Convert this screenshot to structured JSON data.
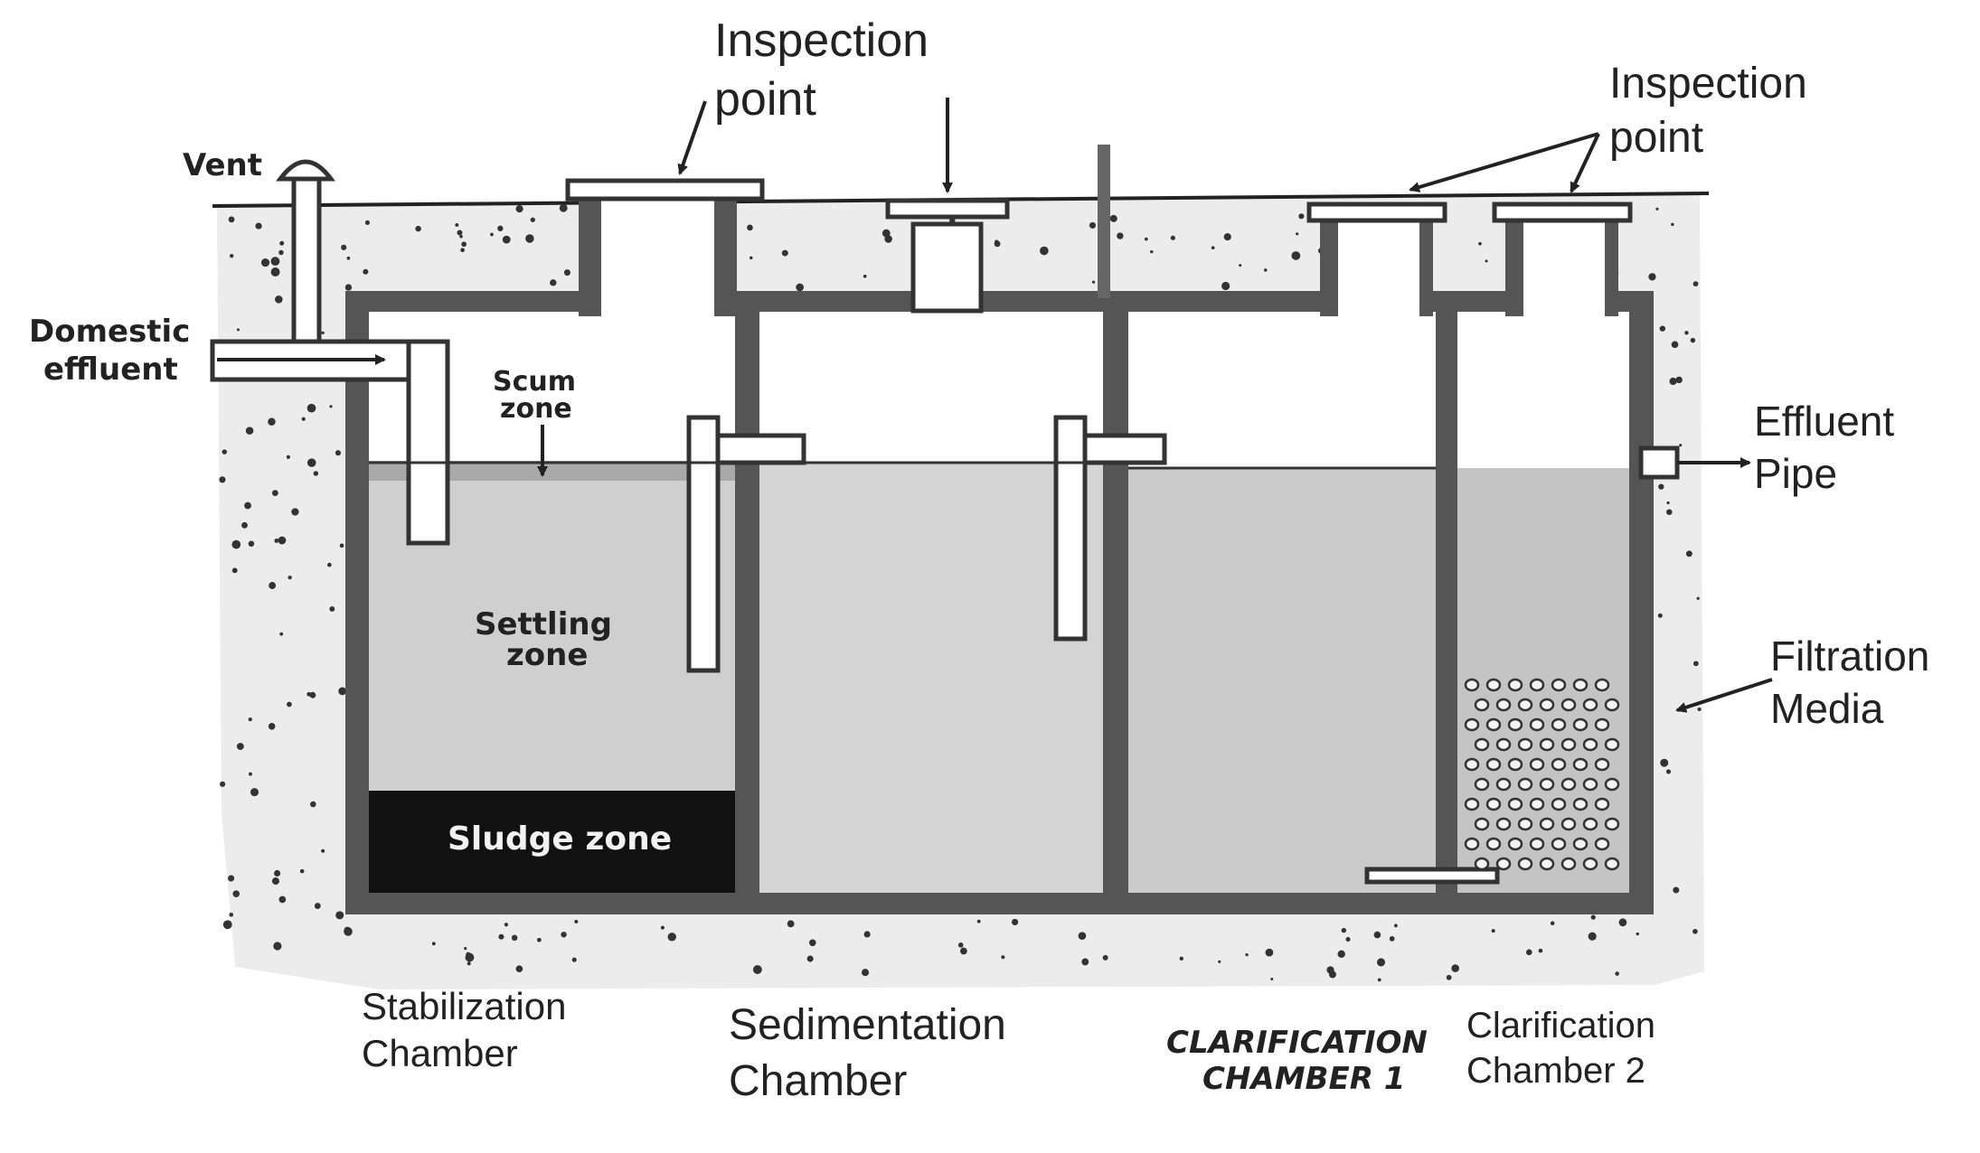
{
  "labels": {
    "vent": "Vent",
    "domestic_line1": "Domestic",
    "domestic_line2": "effluent",
    "inspection_left_line1": "Inspection",
    "inspection_left_line2": "point",
    "inspection_right_line1": "Inspection",
    "inspection_right_line2": "point",
    "scum_line1": "Scum",
    "scum_line2": "zone",
    "settling_line1": "Settling",
    "settling_line2": "zone",
    "sludge": "Sludge zone",
    "effluent_pipe_line1": "Effluent",
    "effluent_pipe_line2": "Pipe",
    "filtration_line1": "Filtration",
    "filtration_line2": "Media",
    "stabilization_line1": "Stabilization",
    "stabilization_line2": "Chamber",
    "sedimentation_line1": "Sedimentation",
    "sedimentation_line2": "Chamber",
    "clarification1_line1": "CLARIFICATION",
    "clarification1_line2": "CHAMBER 1",
    "clarification2_line1": "Clarification",
    "clarification2_line2": "Chamber 2"
  },
  "colors": {
    "wall": "#555555",
    "liquid": "#cfcfcf",
    "liquid_dark": "#c4c4c4",
    "sludge": "#111111",
    "soil": "#e9e9e9",
    "ink": "#222222"
  }
}
